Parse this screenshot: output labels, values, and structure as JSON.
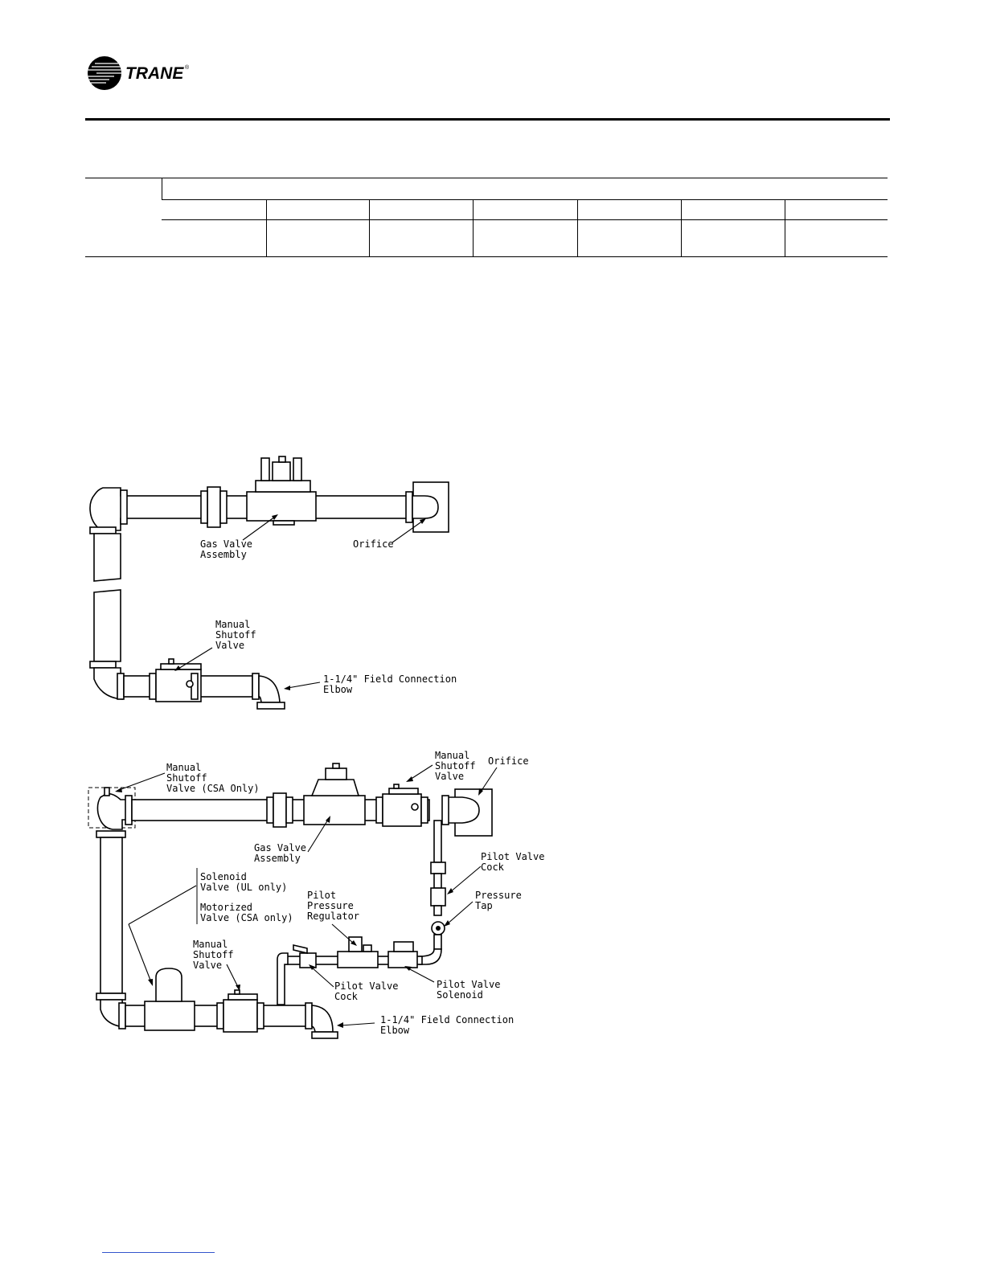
{
  "brand": {
    "logo_text": "TRANE",
    "registered_mark": "®"
  },
  "diagram_1": {
    "labels": {
      "gas_valve_assembly": [
        "Gas Valve",
        "Assembly"
      ],
      "orifice": "Orifice",
      "manual_shutoff_valve": [
        "Manual",
        "Shutoff",
        "Valve"
      ],
      "field_connection": "1-1/4\" Field Connection",
      "elbow": "Elbow"
    }
  },
  "diagram_2": {
    "labels": {
      "manual_shutoff_csa": [
        "Manual",
        "Shutoff",
        "Valve (CSA Only)"
      ],
      "manual_shutoff_top": [
        "Manual",
        "Shutoff",
        "Valve"
      ],
      "orifice": "Orifice",
      "gas_valve_assembly": [
        "Gas Valve",
        "Assembly"
      ],
      "solenoid_valve": [
        "Solenoid",
        "Valve (UL only)"
      ],
      "motorized_valve": [
        "Motorized",
        "Valve (CSA only)"
      ],
      "pilot_valve_cock_right": [
        "Pilot Valve",
        "Cock"
      ],
      "pressure_tap": [
        "Pressure",
        "Tap"
      ],
      "pilot_pressure_regulator": [
        "Pilot",
        "Pressure",
        "Regulator"
      ],
      "manual_shutoff_bottom": [
        "Manual",
        "Shutoff",
        "Valve"
      ],
      "pilot_valve_cock_bottom": [
        "Pilot Valve",
        "Cock"
      ],
      "pilot_valve_solenoid": [
        "Pilot Valve",
        "Solenoid"
      ],
      "field_connection": "1-1/4\" Field Connection",
      "elbow": "Elbow"
    }
  }
}
